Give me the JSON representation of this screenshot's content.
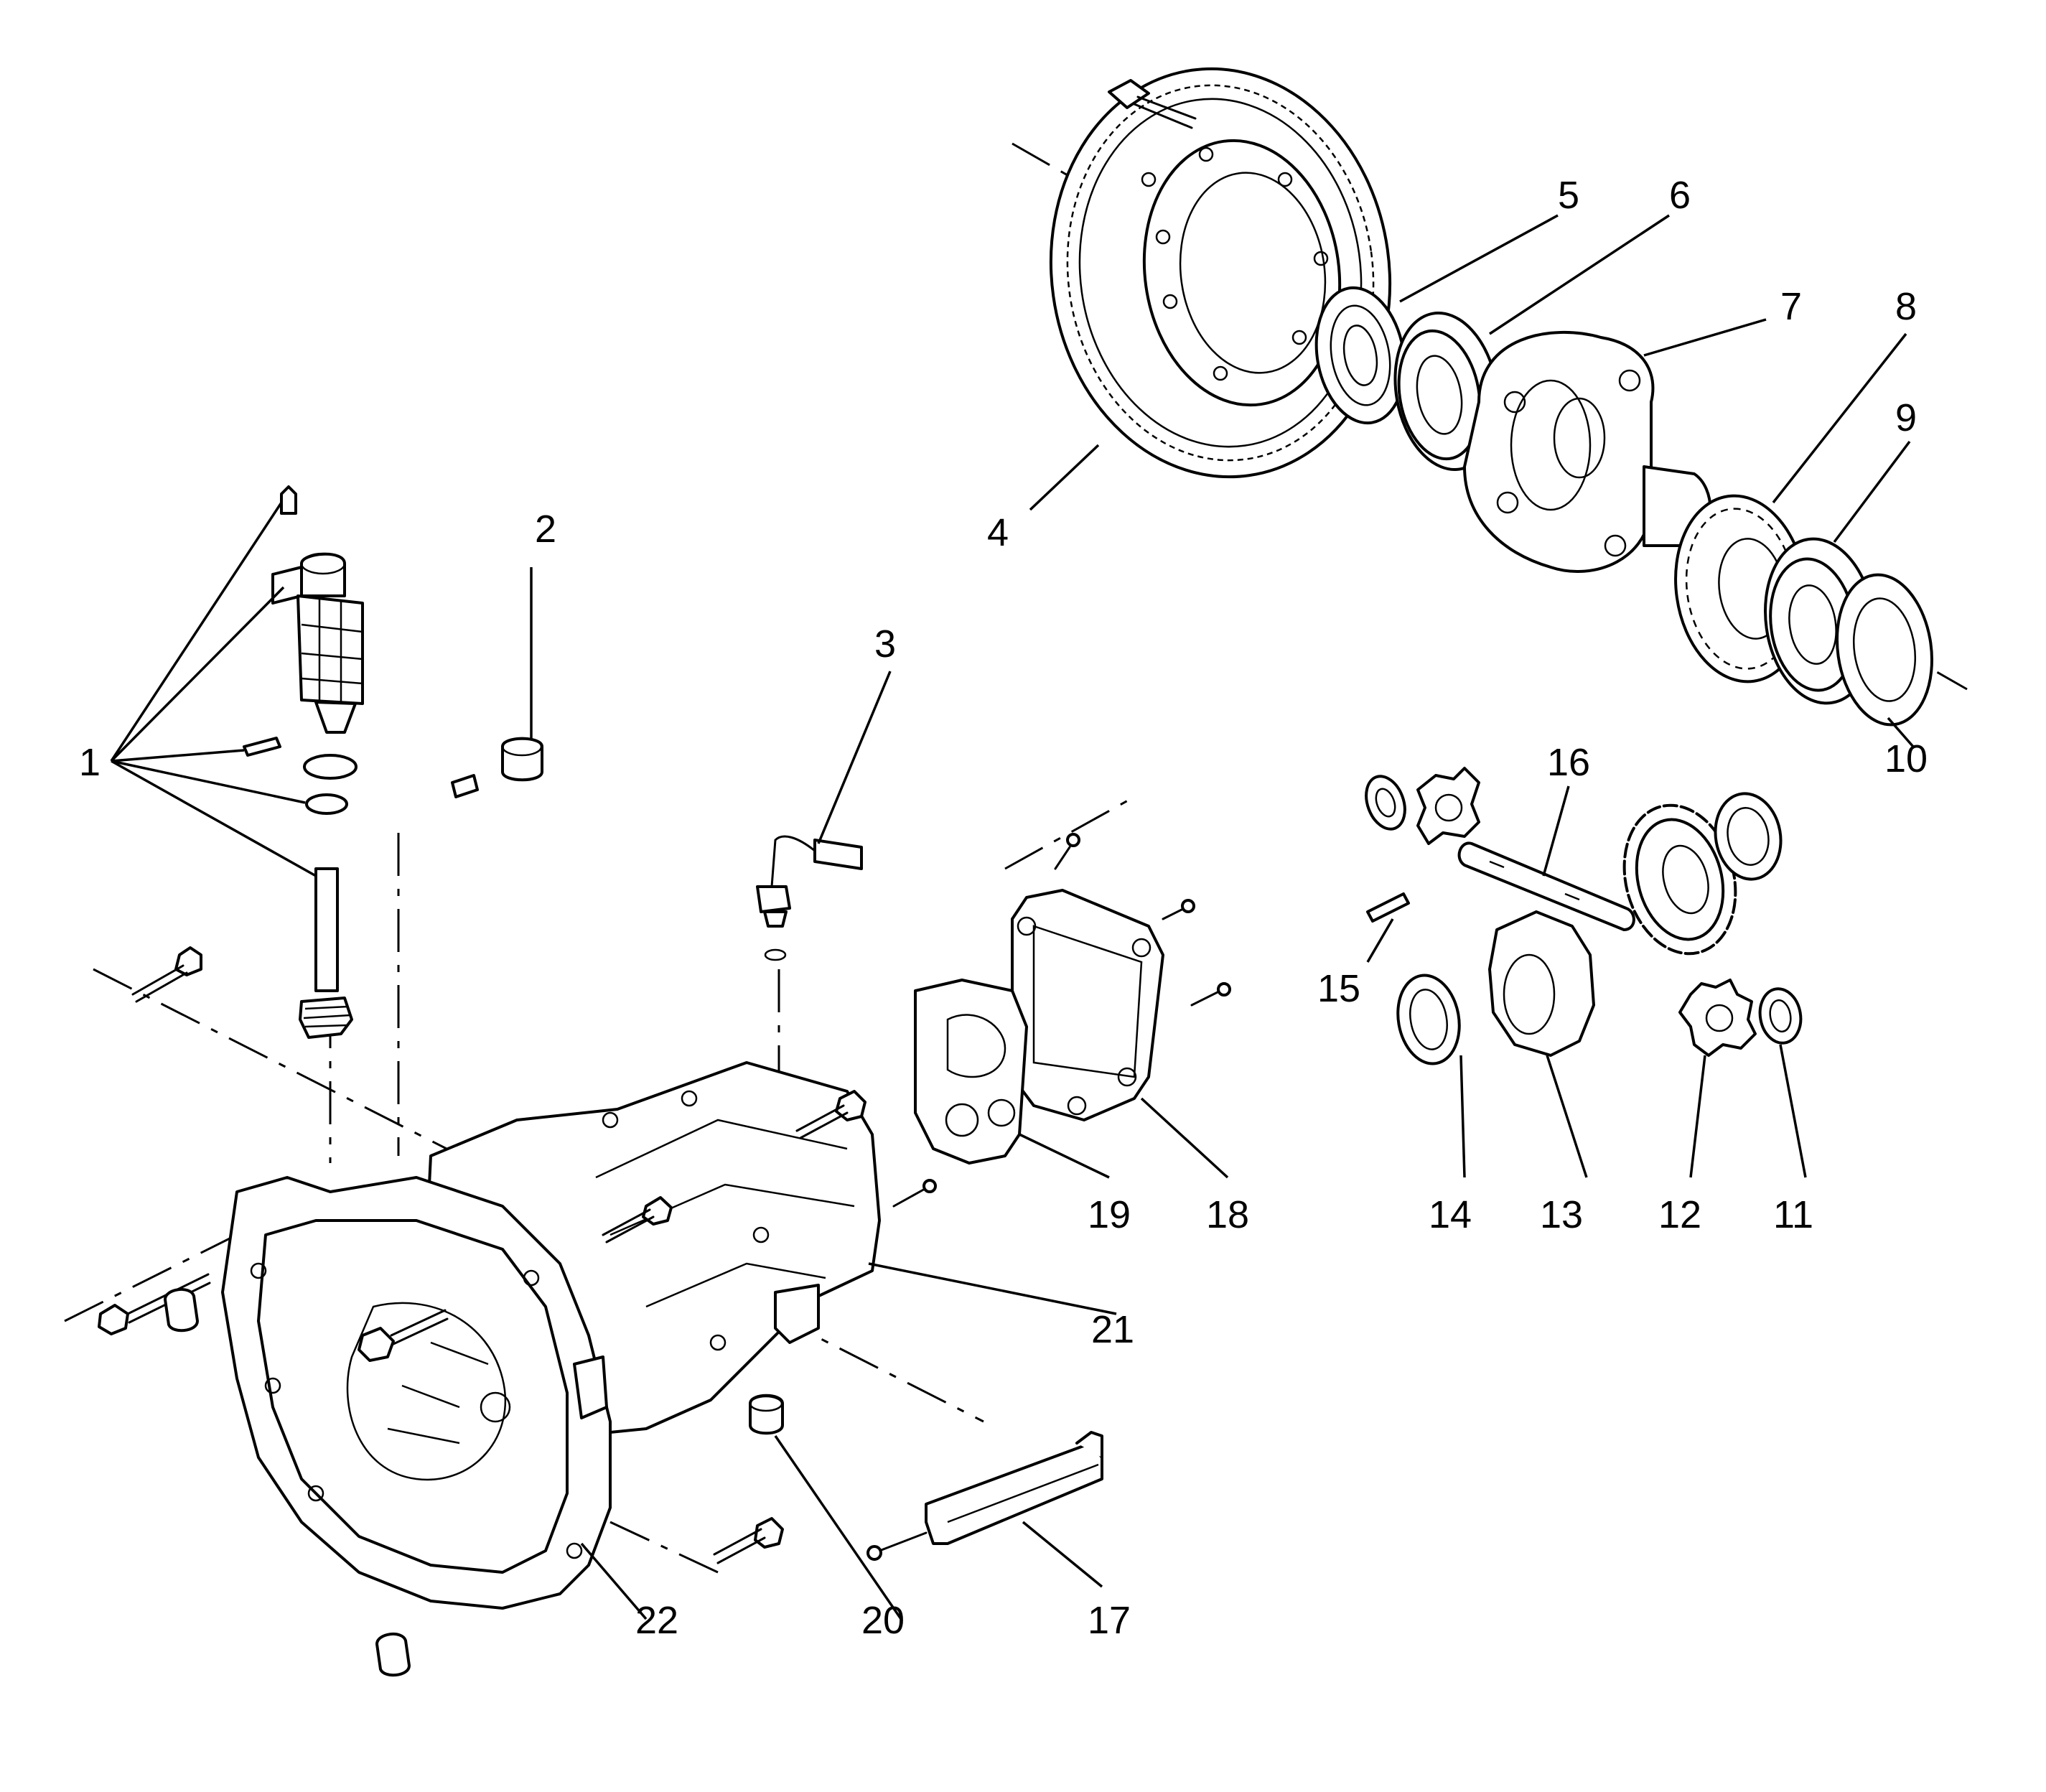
{
  "callouts": [
    "1",
    "2",
    "3",
    "4",
    "5",
    "6",
    "7",
    "8",
    "9",
    "10",
    "11",
    "12",
    "13",
    "14",
    "15",
    "16",
    "17",
    "18",
    "19",
    "20",
    "21",
    "22"
  ],
  "colors": {
    "line": "#000000",
    "background": "#ffffff"
  },
  "icons": [
    "ring-gear",
    "differential-case",
    "bearing",
    "seal",
    "pinion-gear",
    "side-gear",
    "housing-shell",
    "cover-plate",
    "bolt",
    "sensor"
  ]
}
